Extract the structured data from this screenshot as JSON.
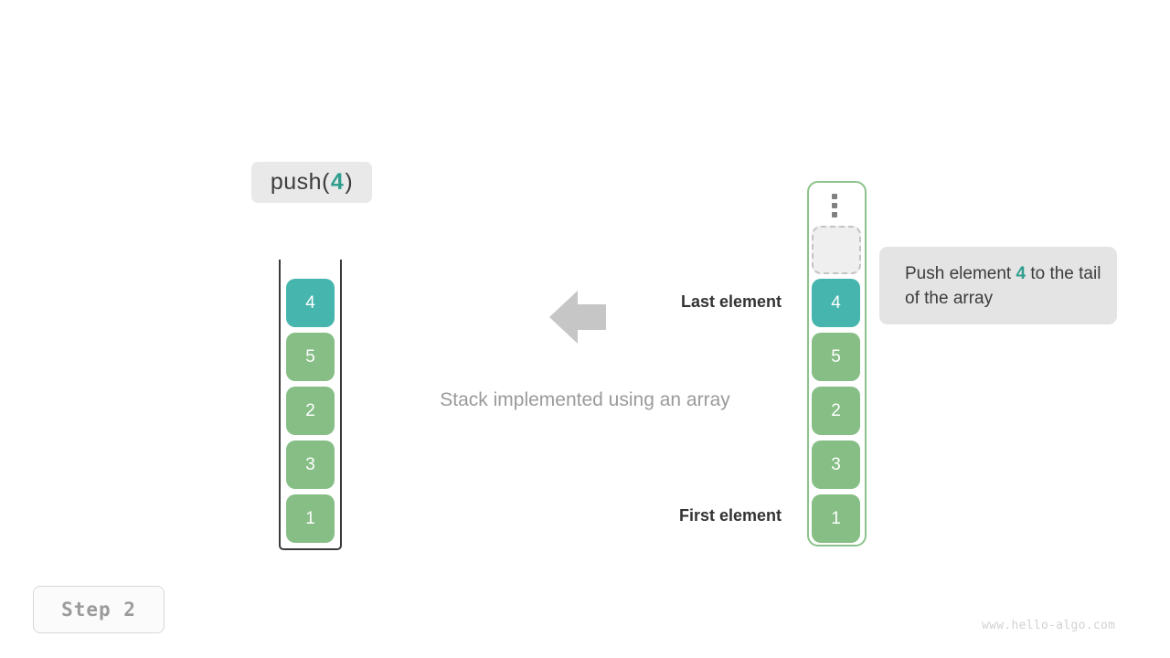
{
  "operation": {
    "name": "push",
    "open_paren": "(",
    "value": "4",
    "close_paren": ")"
  },
  "stack": {
    "title": "Stack implemented using an array",
    "cells": [
      {
        "value": "4",
        "color": "teal"
      },
      {
        "value": "5",
        "color": "green"
      },
      {
        "value": "2",
        "color": "green"
      },
      {
        "value": "3",
        "color": "green"
      },
      {
        "value": "1",
        "color": "green"
      }
    ]
  },
  "array": {
    "overflow_indicator": "vertical-ellipsis",
    "empty_slot_label": "",
    "cells": [
      {
        "value": "4",
        "color": "teal"
      },
      {
        "value": "5",
        "color": "green"
      },
      {
        "value": "2",
        "color": "green"
      },
      {
        "value": "3",
        "color": "green"
      },
      {
        "value": "1",
        "color": "green"
      }
    ]
  },
  "labels": {
    "last_element": "Last element",
    "first_element": "First element"
  },
  "callout": {
    "text_before": "Push element ",
    "value": "4",
    "text_after": " to the tail of the array"
  },
  "step_badge": "Step 2",
  "watermark": "www.hello-algo.com",
  "colors": {
    "teal": "#46b5ad",
    "green": "#86be86",
    "accent_text": "#2f9e8f",
    "arrow": "#c6c6c6",
    "chip_bg": "#e9e9e9",
    "callout_bg": "#e4e4e4",
    "container_border": "#3a3a3a",
    "array_border": "#8cc38c"
  }
}
